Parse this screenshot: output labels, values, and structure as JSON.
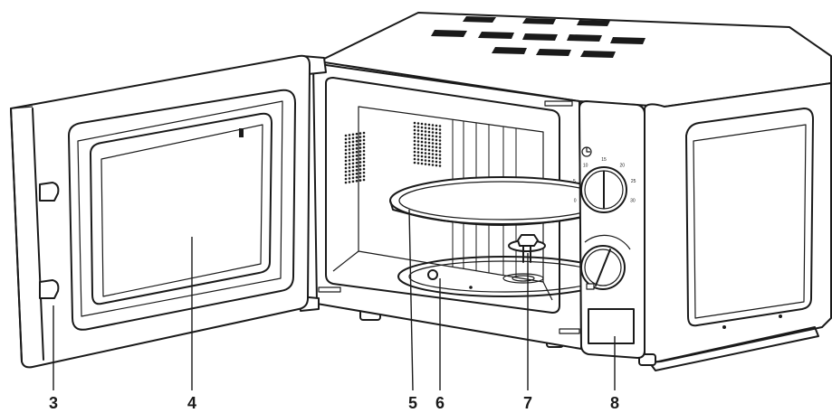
{
  "callouts": [
    {
      "number": "3"
    },
    {
      "number": "4"
    },
    {
      "number": "5"
    },
    {
      "number": "6"
    },
    {
      "number": "7"
    },
    {
      "number": "8"
    }
  ],
  "timer_dial": {
    "ticks": [
      "0",
      "5",
      "10",
      "15",
      "20",
      "25",
      "30"
    ]
  },
  "power_dial": {
    "ticks": []
  },
  "colors": {
    "line": "#1a1a1a",
    "background": "#ffffff"
  }
}
